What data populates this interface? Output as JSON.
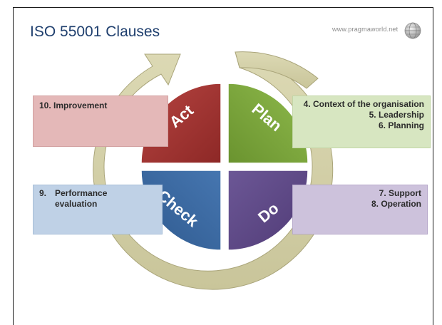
{
  "title": "ISO 55001 Clauses",
  "brand": "www.pragmaworld.net",
  "quadrants": {
    "act": {
      "label": "Act",
      "color": "#9b2f2c"
    },
    "plan": {
      "label": "Plan",
      "color": "#78a239"
    },
    "check": {
      "label": "Check",
      "color": "#3a679d"
    },
    "do": {
      "label": "Do",
      "color": "#5f4a86"
    }
  },
  "cycle_arrow_color": "#d3cfa6",
  "boxes": {
    "act": {
      "lines": [
        "10. Improvement"
      ]
    },
    "check": {
      "number": "9.",
      "lines": [
        "Performance",
        "evaluation"
      ]
    },
    "plan": {
      "lines": [
        "4. Context of the organisation",
        "5. Leadership",
        "6. Planning"
      ]
    },
    "do": {
      "lines": [
        "7. Support",
        "8. Operation"
      ]
    }
  }
}
